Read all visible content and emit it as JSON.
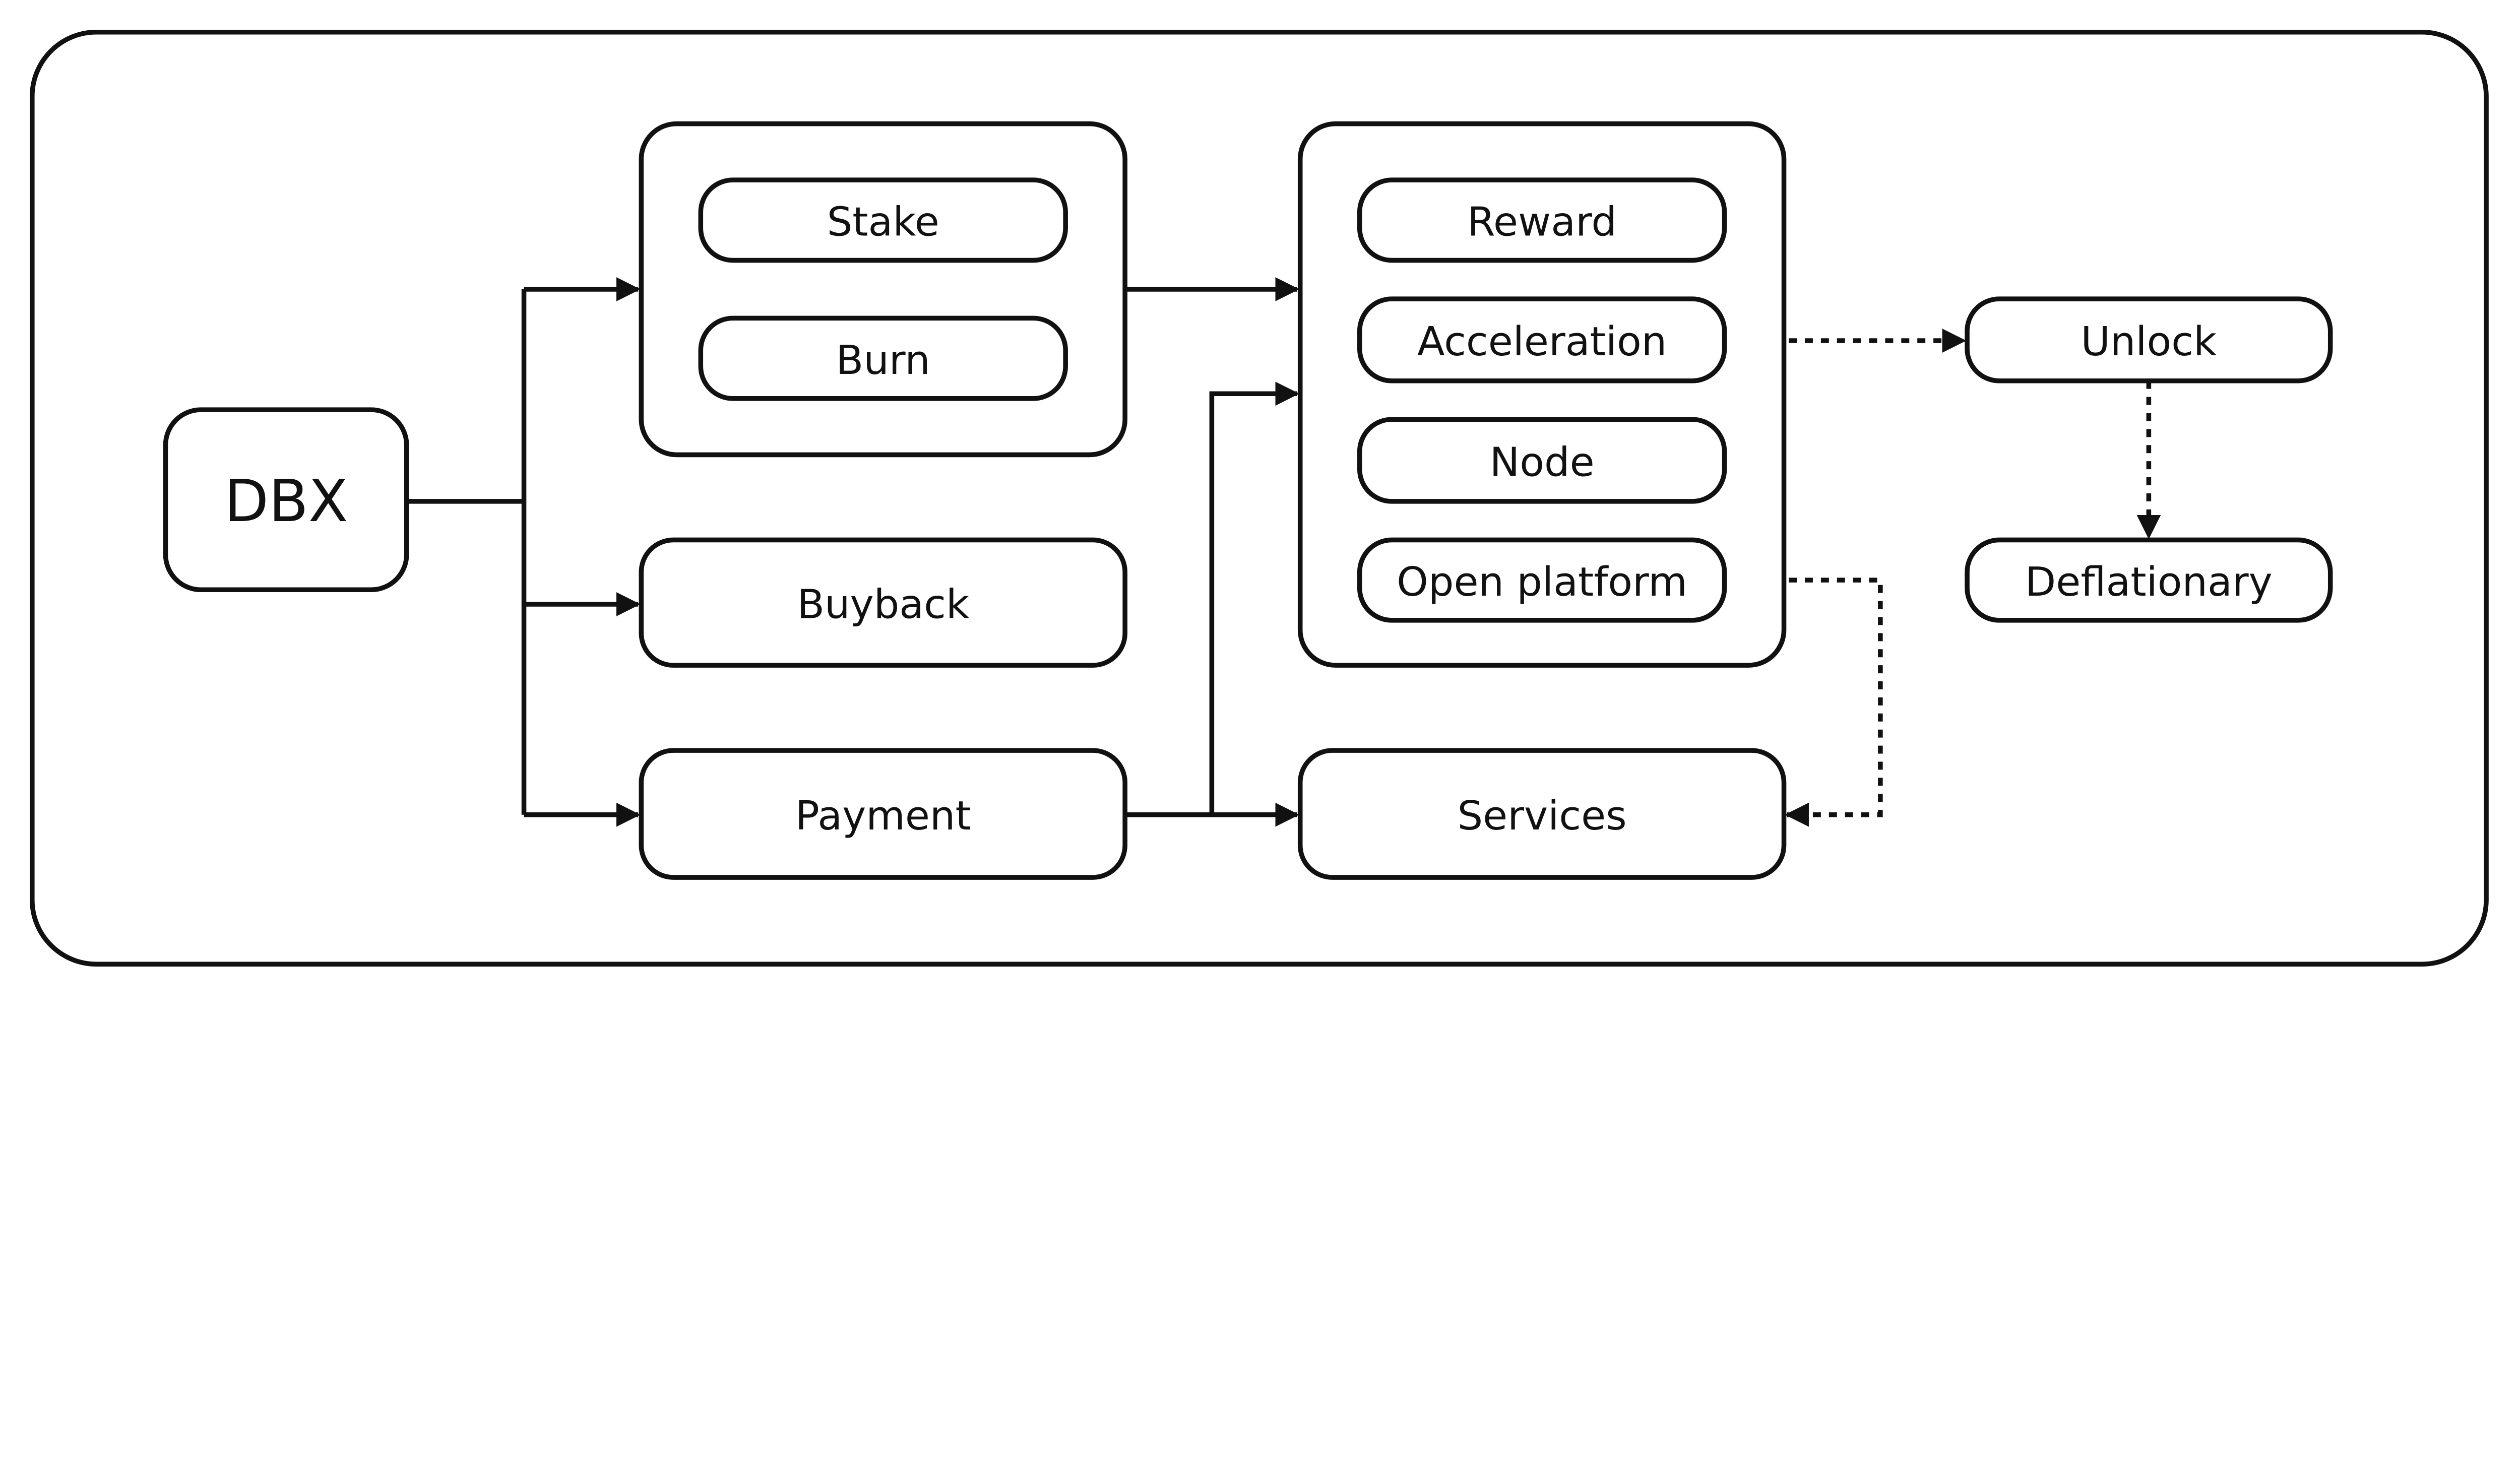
{
  "diagram": {
    "root": "DBX",
    "nodes": {
      "dbx": "DBX",
      "stake": "Stake",
      "burn": "Burn",
      "buyback": "Buyback",
      "payment": "Payment",
      "reward": "Reward",
      "acceleration": "Acceleration",
      "node": "Node",
      "open_platform": "Open platform",
      "services": "Services",
      "unlock": "Unlock",
      "deflationary": "Deflationary"
    },
    "edges": [
      {
        "from": "dbx",
        "to": "stake-burn-group",
        "style": "solid"
      },
      {
        "from": "dbx",
        "to": "buyback",
        "style": "solid"
      },
      {
        "from": "dbx",
        "to": "payment",
        "style": "solid"
      },
      {
        "from": "stake-burn-group",
        "to": "reward-group",
        "style": "solid"
      },
      {
        "from": "payment",
        "to": "reward-group",
        "style": "solid"
      },
      {
        "from": "payment",
        "to": "services",
        "style": "solid"
      },
      {
        "from": "acceleration",
        "to": "unlock",
        "style": "dotted"
      },
      {
        "from": "unlock",
        "to": "deflationary",
        "style": "dotted"
      },
      {
        "from": "open_platform",
        "to": "services",
        "style": "dotted"
      }
    ]
  }
}
